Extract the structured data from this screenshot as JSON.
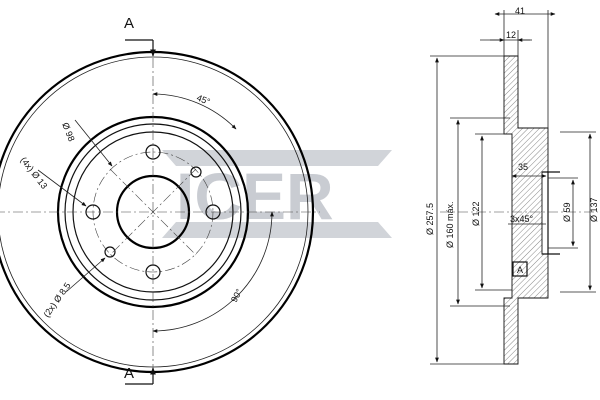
{
  "brand": {
    "logo_text": "ICER"
  },
  "front_view": {
    "section_marker_top": "A",
    "section_marker_bottom": "A",
    "angle_top": "45°",
    "angle_bottom": "90°",
    "label_pcd": "Ø 98",
    "label_holes": "(4x) Ø 13",
    "label_small_holes": "(2x) Ø 8.5"
  },
  "section_view": {
    "dim_top_small": "41",
    "dim_thickness": "12",
    "dim_hat_height": "35",
    "dim_outer_diameter": "Ø 257.5",
    "dim_max_diameter": "Ø 160 máx.",
    "dim_hat_diameter": "Ø 122",
    "dim_center_bore": "Ø 59",
    "dim_hub_diameter": "Ø 137",
    "chamfer": "3x45°",
    "section_tag": "A"
  }
}
